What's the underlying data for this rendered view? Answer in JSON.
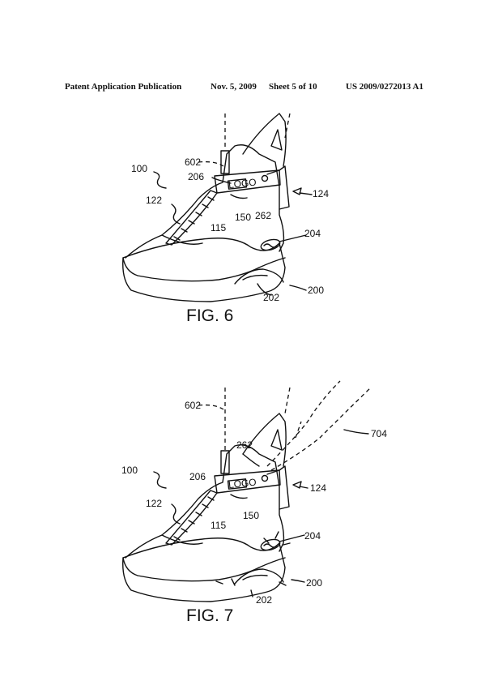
{
  "header": {
    "publication": "Patent Application Publication",
    "date": "Nov. 5, 2009",
    "sheet": "Sheet 5 of 10",
    "number": "US 2009/0272013 A1"
  },
  "fig6": {
    "caption": "FIG. 6",
    "logo_text": "LOGO",
    "labels": {
      "l602": "602",
      "l100": "100",
      "l206": "206",
      "l122": "122",
      "l150": "150",
      "l262": "262",
      "l124": "124",
      "l115": "115",
      "l204": "204",
      "l202": "202",
      "l200": "200"
    }
  },
  "fig7": {
    "caption": "FIG. 7",
    "logo_text": "LOGO",
    "labels": {
      "l602": "602",
      "l262": "262",
      "l704": "704",
      "l100": "100",
      "l206": "206",
      "l124": "124",
      "l122": "122",
      "l150": "150",
      "l115": "115",
      "l204": "204",
      "l200": "200",
      "l202": "202"
    }
  }
}
